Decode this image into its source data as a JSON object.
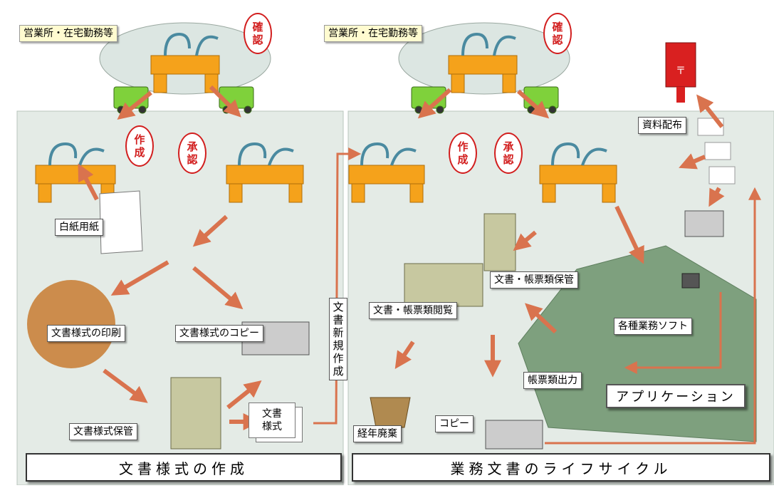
{
  "sections": {
    "left_title": "文書様式の作成",
    "right_title": "業務文書のライフサイクル"
  },
  "offices": {
    "left": "営業所・在宅勤務等",
    "right": "営業所・在宅勤務等"
  },
  "stamps": {
    "confirm_left": [
      "確",
      "認"
    ],
    "confirm_right": [
      "確",
      "認"
    ],
    "create_left": [
      "作",
      "成"
    ],
    "approve_left": [
      "承",
      "認"
    ],
    "create_right": [
      "作",
      "成"
    ],
    "approve_right": [
      "承",
      "認"
    ]
  },
  "labels": {
    "blank_paper": "白紙用紙",
    "form_print": "文書様式の印刷",
    "form_copy": "文書様式のコピー",
    "form_storage": "文書様式保管",
    "form_doc_line1": "文書",
    "form_doc_line2": "様式",
    "new_doc_vertical": "文書新規作成",
    "doc_storage": "文書・帳票類保管",
    "doc_browse": "文書・帳票類閲覧",
    "disposal": "経年廃棄",
    "copy": "コピー",
    "form_output": "帳票類出力",
    "business_software": "各種業務ソフト",
    "application": "アプリケーション",
    "distribution": "資料配布"
  },
  "colors": {
    "panel_bg": "#e4ebe6",
    "arrow": "#d9734e",
    "desk": "#f5a21b",
    "app_area": "#7ea07e",
    "stamp_red": "#d21e1e"
  }
}
